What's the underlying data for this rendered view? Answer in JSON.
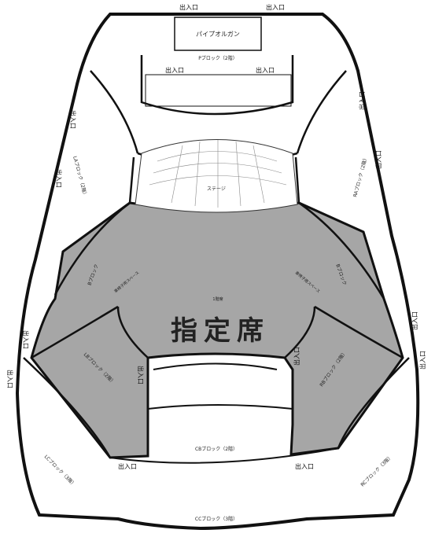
{
  "venue": {
    "organ_label": "パイプオルガン",
    "stage_label": "ステージ",
    "reserved_label": "指定席",
    "aisle_label": "1階席",
    "wheelchair_label": "車椅子用スペース"
  },
  "blocks": {
    "p": "Pブロック（2階）",
    "la": "LAブロック（2階）",
    "ra": "RAブロック（2階）",
    "lb": "LBブロック（2階）",
    "rb": "RBブロック（2階）",
    "lc": "LCブロック（3階）",
    "rc": "RCブロック（3階）",
    "cb": "CBブロック（2階）",
    "cc": "CCブロック（3階）",
    "b_left": "Bブロック",
    "b_right": "Bブロック"
  },
  "exits": {
    "label": "出入口"
  },
  "colors": {
    "reserved_fill": "#a6a6a6",
    "outline": "#111111",
    "seat_stroke": "#777777"
  }
}
